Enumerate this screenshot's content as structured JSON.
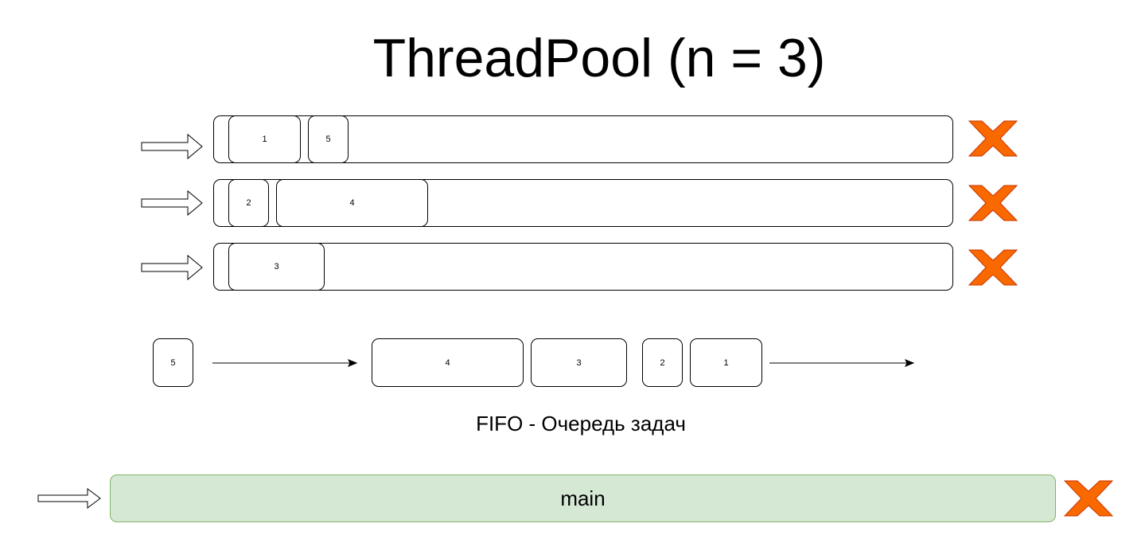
{
  "title": "ThreadPool (n = 3)",
  "queue_label": "FIFO - Очередь задач",
  "main_label": "main",
  "colors": {
    "cross_fill": "#fa6800",
    "cross_stroke": "#c73500",
    "main_fill": "#d5e8d4",
    "main_stroke": "#82b366"
  },
  "icons": {
    "input_arrow": "hollow-right-arrow-icon",
    "stop_marker": "orange-x-cross-icon",
    "flow_arrow": "thin-right-arrow-icon"
  },
  "threads": [
    {
      "tasks": [
        "1",
        "5"
      ]
    },
    {
      "tasks": [
        "2",
        "4"
      ]
    },
    {
      "tasks": [
        "3"
      ]
    }
  ],
  "queue": {
    "incoming": "5",
    "items": [
      "4",
      "3",
      "2",
      "1"
    ]
  }
}
